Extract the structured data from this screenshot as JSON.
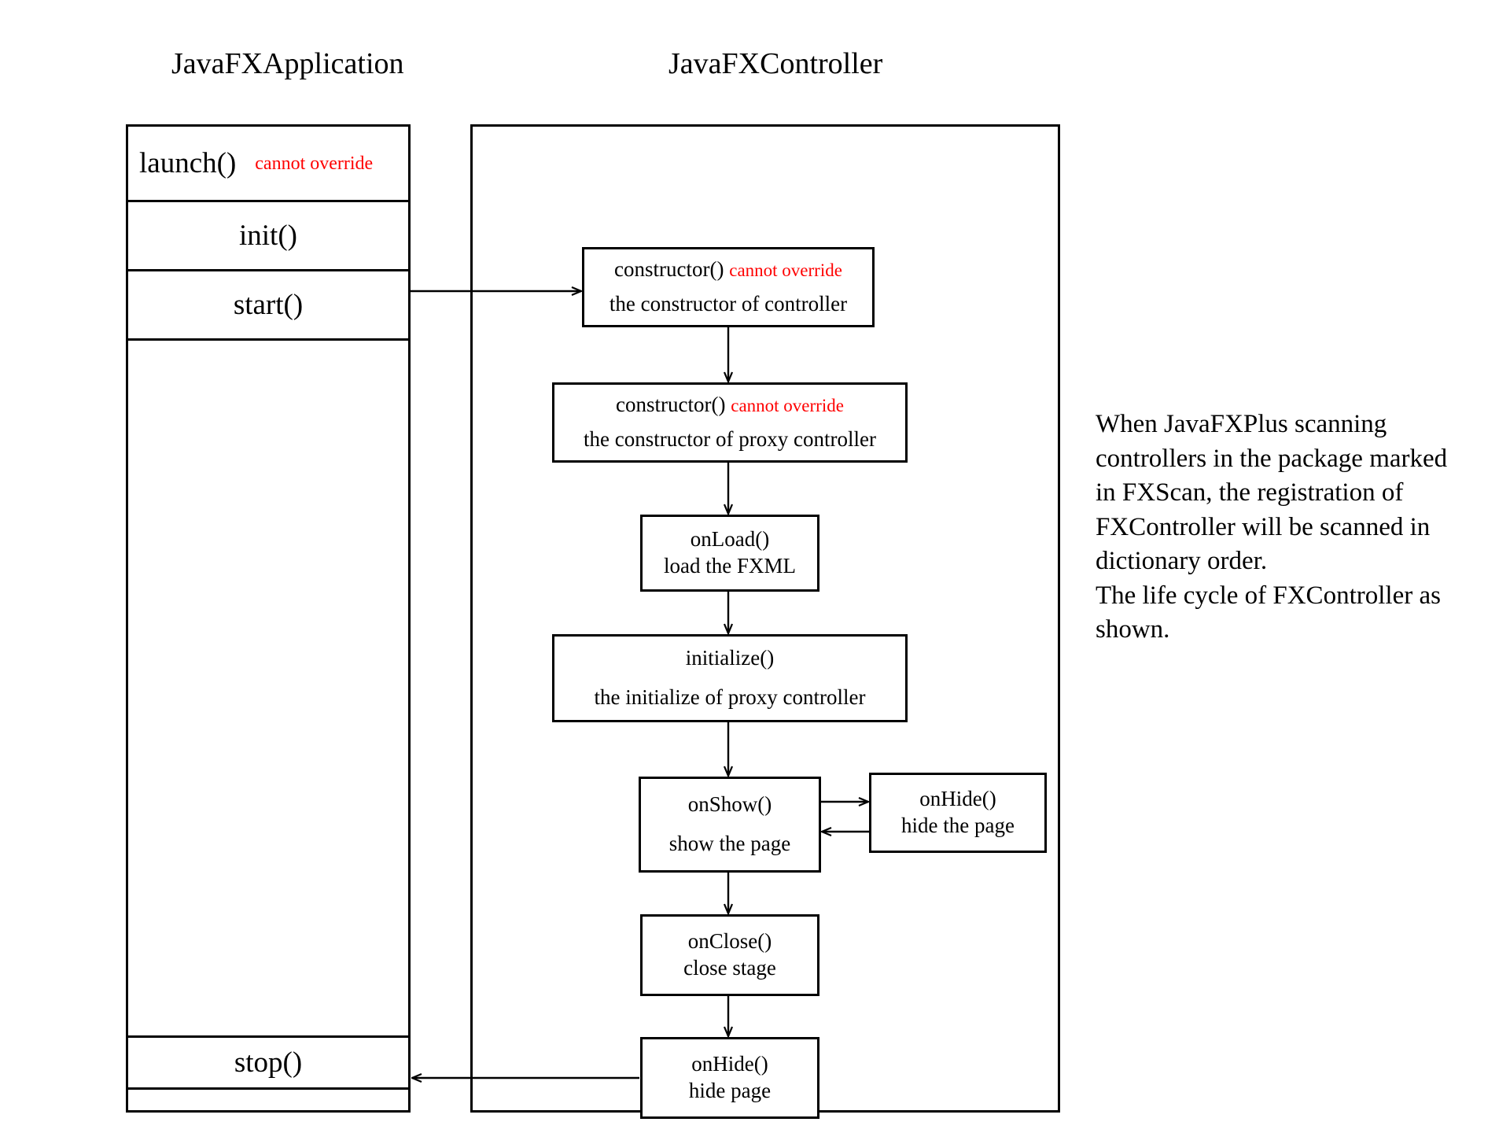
{
  "diagram": {
    "title_left": "JavaFXApplication",
    "title_right": "JavaFXController",
    "application_class": {
      "name": "JavaFXApplication",
      "rows": [
        {
          "label": "launch()",
          "annotation": "cannot override",
          "align": "left"
        },
        {
          "label": "init()",
          "annotation": "",
          "align": "center"
        },
        {
          "label": "start()",
          "annotation": "",
          "align": "center"
        },
        {
          "label": "",
          "annotation": "",
          "align": "center"
        },
        {
          "label": "stop()",
          "annotation": "",
          "align": "center"
        },
        {
          "label": "",
          "annotation": "",
          "align": "center"
        }
      ]
    },
    "controller_class": {
      "name": "JavaFXController",
      "steps": [
        {
          "title": "constructor()",
          "annotation": "cannot override",
          "desc": "the constructor of controller"
        },
        {
          "title": "constructor()",
          "annotation": "cannot override",
          "desc": "the constructor of proxy controller"
        },
        {
          "title": "onLoad()",
          "annotation": "",
          "desc": "load the FXML"
        },
        {
          "title": "initialize()",
          "annotation": "",
          "desc": "the initialize of proxy controller"
        },
        {
          "title": "onShow()",
          "annotation": "",
          "desc": "show the page"
        },
        {
          "title": "onHide()",
          "annotation": "",
          "desc": "hide the page"
        },
        {
          "title": "onClose()",
          "annotation": "",
          "desc": "close stage"
        },
        {
          "title": "onHide()",
          "annotation": "",
          "desc": "hide page"
        }
      ]
    },
    "side_note": {
      "paragraph_1": "When JavaFXPlus scanning controllers in the package marked in FXScan, the registration of FXController will be scanned in dictionary order.",
      "paragraph_2": "The life cycle of FXController as shown."
    },
    "colors": {
      "stroke": "#000000",
      "warning": "#ff0000",
      "background": "#ffffff"
    }
  }
}
